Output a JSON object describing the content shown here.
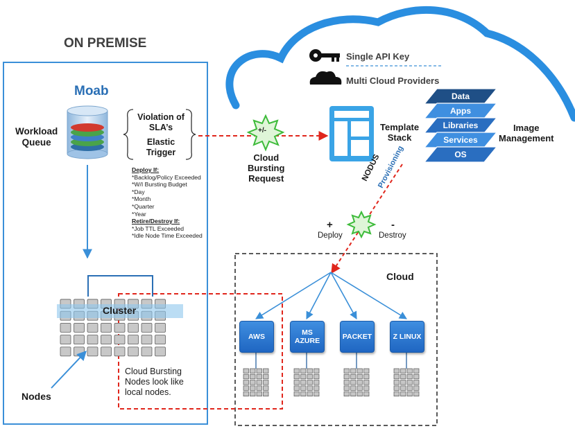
{
  "labels": {
    "on_premise": "ON PREMISE",
    "moab": "Moab",
    "workload_queue": [
      "Workload",
      "Queue"
    ],
    "violation": "Violation of SLA’s",
    "elastic_trigger": "Elastic Trigger",
    "cloud_bursting_request": [
      "Cloud",
      "Bursting",
      "Request"
    ],
    "burst_symbol": "+/-",
    "single_api_key": "Single API Key",
    "multi_cloud_providers": "Multi Cloud Providers",
    "template_stack": [
      "Template",
      "Stack"
    ],
    "image_management": [
      "Image",
      "Management"
    ],
    "nodus": "NODUS",
    "provisioning": "Provisioning",
    "plus": "+",
    "deploy": "Deploy",
    "minus": "-",
    "destroy": "Destroy",
    "cloud": "Cloud",
    "cluster": "Cluster",
    "cloud_bursting_nodes": [
      "Cloud Bursting",
      "Nodes look like",
      "local nodes."
    ],
    "nodes": "Nodes"
  },
  "rules": [
    {
      "text": "Deploy If:",
      "heading": true
    },
    {
      "text": "*Backlog/Policy Exceeded",
      "heading": false
    },
    {
      "text": "*W/I Bursting Budget",
      "heading": false
    },
    {
      "text": "*Day",
      "heading": false
    },
    {
      "text": "*Month",
      "heading": false
    },
    {
      "text": "*Quarter",
      "heading": false
    },
    {
      "text": "*Year",
      "heading": false
    },
    {
      "text": "Retire/Destroy If:",
      "heading": true
    },
    {
      "text": "*Job TTL Exceeded",
      "heading": false
    },
    {
      "text": "*Idle Node Time Exceeded",
      "heading": false
    }
  ],
  "image_stack": [
    "Data",
    "Apps",
    "Libraries",
    "Services",
    "OS"
  ],
  "providers": [
    {
      "name": "AWS",
      "label": "AWS"
    },
    {
      "name": "ms-azure",
      "label": "MS AZURE"
    },
    {
      "name": "packet",
      "label": "PACKET"
    },
    {
      "name": "z-linux",
      "label": "Z LINUX"
    }
  ],
  "colors": {
    "blue": "#2a6fb5",
    "light_blue": "#3a9ee0",
    "red_dashed": "#e0261c",
    "green_burst": "#3dbb3a"
  }
}
